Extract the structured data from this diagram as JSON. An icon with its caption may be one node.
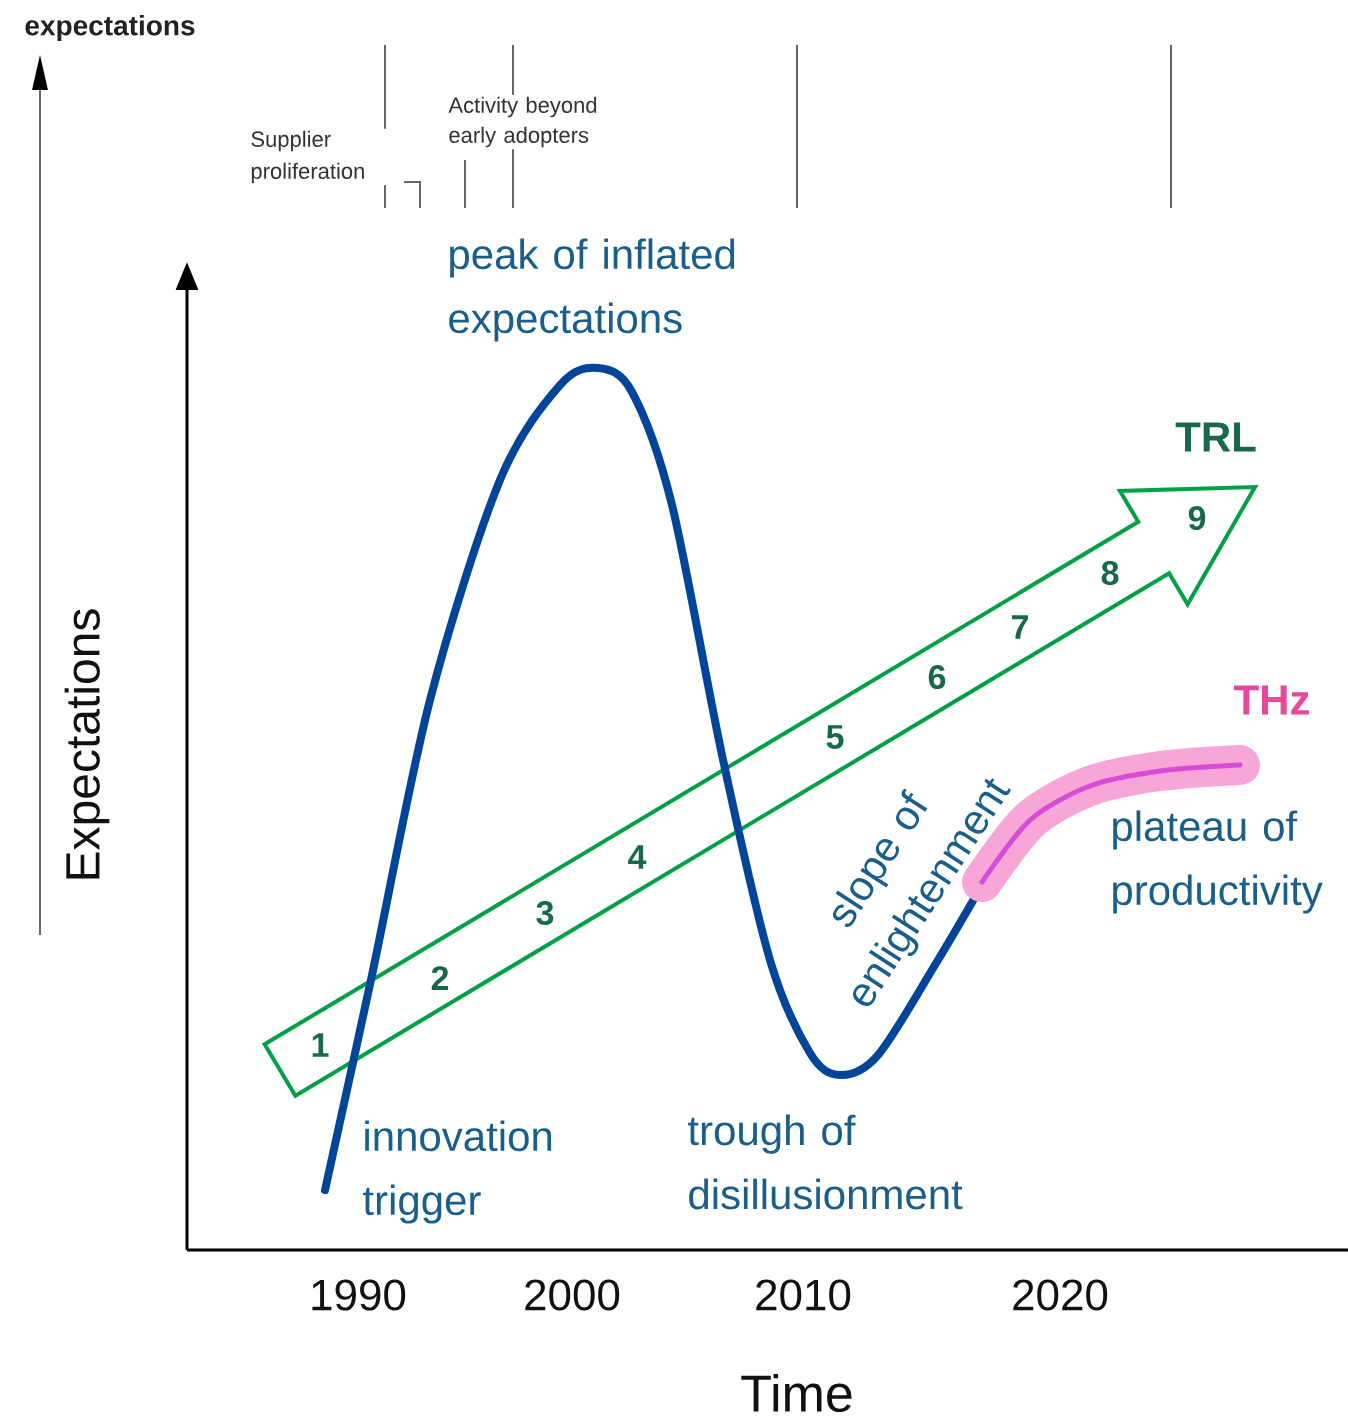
{
  "diagram": {
    "labels": [
      "expectations",
      "Supplier proliferation",
      "Activity beyond early adopters",
      "peak of inflated expectations",
      "TRL",
      "1",
      "2",
      "3",
      "4",
      "5",
      "6",
      "7",
      "8",
      "9",
      "THz",
      "slope of enlightenment",
      "plateau of productivity",
      "innovation trigger",
      "trough of disillusionment",
      "Expectations",
      "1990",
      "2000",
      "2010",
      "2020",
      "Time"
    ]
  }
}
